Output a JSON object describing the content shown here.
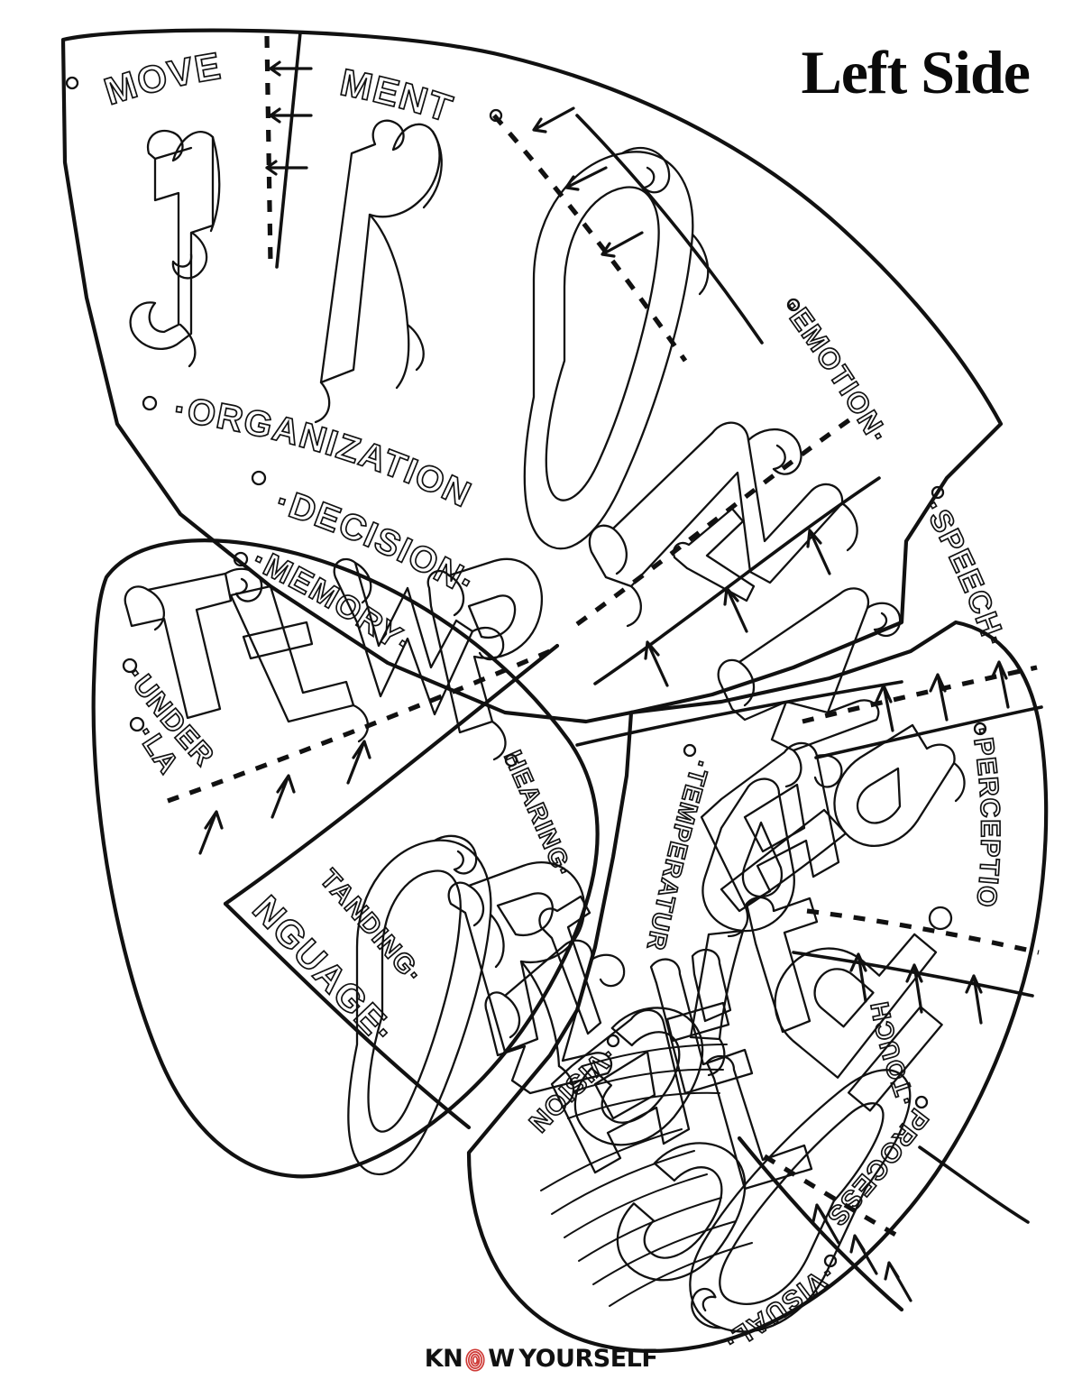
{
  "page": {
    "title": "Left Side",
    "type": "brain-anatomy-coloring-page",
    "orientation": "left lateral view",
    "ink_color": "#111111",
    "background": "#ffffff"
  },
  "logo": {
    "word_one": "KN",
    "fingerprint_icon": "fingerprint-icon",
    "word_two": "W",
    "word_three": "YOURSELF",
    "fingerprint_color": "#cf3a36"
  },
  "lobes": [
    {
      "id": "frontal",
      "big_letters": "FRONTAL",
      "letters": [
        "F",
        "R",
        "O",
        "N",
        "T",
        "A",
        "L"
      ],
      "functions": [
        "MOVEMENT",
        "ORGANIZATION",
        "DECISION",
        "EMOTION",
        "SPEECH"
      ]
    },
    {
      "id": "temporal",
      "big_letters": "TEMPORAL",
      "letters": [
        "T",
        "E",
        "M",
        "P",
        "O",
        "R",
        "A",
        "L"
      ],
      "functions": [
        "MEMORY",
        "UNDERSTANDING LANGUAGE",
        "HEARING"
      ]
    },
    {
      "id": "parietal",
      "big_letters": "PARIETAL",
      "letters": [
        "P",
        "A",
        "R",
        "I",
        "E",
        "T",
        "A",
        "L"
      ],
      "functions": [
        "PERCEPTION",
        "TOUCH",
        "TEMPERATURE"
      ]
    },
    {
      "id": "occipital",
      "big_letters": "OCCIPITAL",
      "letters": [
        "O",
        "C",
        "C",
        "I",
        "P",
        "I",
        "T",
        "A",
        "L"
      ],
      "functions": [
        "VISION",
        "VISUAL PROCESSING"
      ]
    }
  ],
  "labels": {
    "movement_a": "MOVE",
    "movement_b": "MENT",
    "organization": "ORGANIZATION",
    "decision": "DECISION",
    "emotion": "EMOTION",
    "speech": "SPEECH",
    "memory": "MEMORY",
    "unders": "UNDERS",
    "tanding": "TANDING",
    "la": "LA",
    "nguage": "NGUAGE",
    "hearing": "HEARING",
    "perception": "PERCEPTION",
    "touch": "TOUCH",
    "temperature": "TEMPERATURE",
    "vision": "VISION",
    "visual": "VISUAL",
    "processing": "PROCESSING",
    "frontal_big": "FRONTAL",
    "temporal_big": "TEMP",
    "oral_big": "ORAL",
    "parietal_big": "PARIETAL",
    "occipital_big": "OCCIPITAL"
  },
  "annotations": {
    "divider_style": "dashed",
    "arrow_count_movement": 3,
    "arrow_count_frontal_emotion": 3,
    "arrow_count_emotion_speech": 3,
    "arrow_count_speech_perception": 3,
    "arrow_count_perception_touch": 3,
    "arrow_count_temporal": 3,
    "arrow_count_occipital": 3
  }
}
